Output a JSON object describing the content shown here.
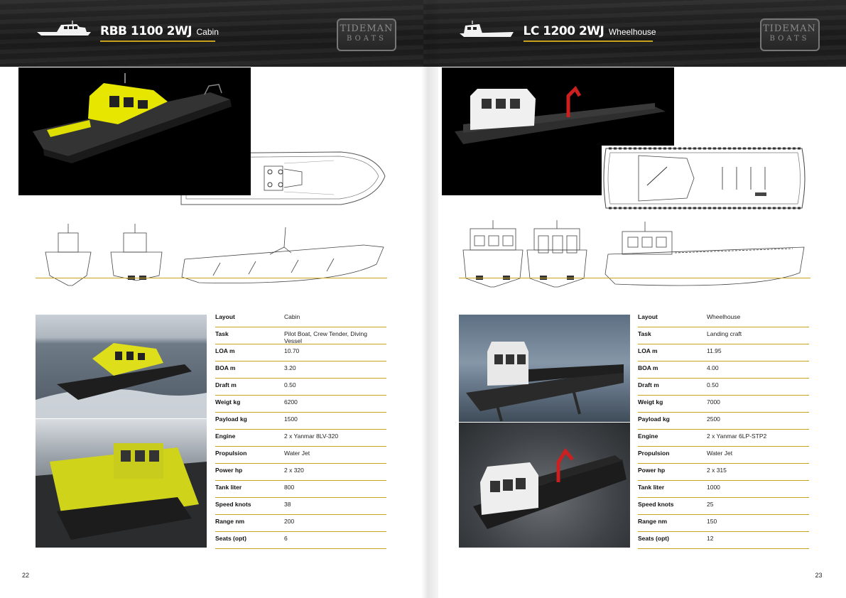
{
  "left_page": {
    "model": "RBB 1100 2WJ",
    "variant": "Cabin",
    "logo": {
      "line1": "TIDEMAN",
      "line2": "BOATS"
    },
    "page_number": "22",
    "specs": [
      {
        "label": "Layout",
        "value": "Cabin"
      },
      {
        "label": "Task",
        "value": "Pilot Boat, Crew Tender, Diving Vessel"
      },
      {
        "label": "LOA m",
        "value": "10.70"
      },
      {
        "label": "BOA m",
        "value": "3.20"
      },
      {
        "label": "Draft m",
        "value": "0.50"
      },
      {
        "label": "Weigt kg",
        "value": "6200"
      },
      {
        "label": "Payload kg",
        "value": "1500"
      },
      {
        "label": "Engine",
        "value": "2 x Yanmar 8LV-320"
      },
      {
        "label": "Propulsion",
        "value": "Water Jet"
      },
      {
        "label": "Power hp",
        "value": "2 x 320"
      },
      {
        "label": "Tank liter",
        "value": "800"
      },
      {
        "label": "Speed knots",
        "value": "38"
      },
      {
        "label": "Range nm",
        "value": "200"
      },
      {
        "label": "Seats (opt)",
        "value": "6"
      }
    ]
  },
  "right_page": {
    "model": "LC 1200 2WJ",
    "variant": "Wheelhouse",
    "logo": {
      "line1": "TIDEMAN",
      "line2": "BOATS"
    },
    "page_number": "23",
    "specs": [
      {
        "label": "Layout",
        "value": "Wheelhouse"
      },
      {
        "label": "Task",
        "value": "Landing craft"
      },
      {
        "label": "LOA m",
        "value": "11.95"
      },
      {
        "label": "BOA m",
        "value": "4.00"
      },
      {
        "label": "Draft m",
        "value": "0.50"
      },
      {
        "label": "Weigt kg",
        "value": "7000"
      },
      {
        "label": "Payload kg",
        "value": "2500"
      },
      {
        "label": "Engine",
        "value": "2 x Yanmar 6LP-STP2"
      },
      {
        "label": "Propulsion",
        "value": "Water Jet"
      },
      {
        "label": "Power hp",
        "value": "2 x 315"
      },
      {
        "label": "Tank liter",
        "value": "1000"
      },
      {
        "label": "Speed knots",
        "value": "25"
      },
      {
        "label": "Range nm",
        "value": "150"
      },
      {
        "label": "Seats (opt)",
        "value": "12"
      }
    ]
  },
  "colors": {
    "accent": "#c9a21c",
    "header_bg": "#1f1f1f",
    "cabin_yellow": "#e6e600",
    "hull_dark": "#2a2a2a",
    "crane_red": "#cc1f1f"
  }
}
